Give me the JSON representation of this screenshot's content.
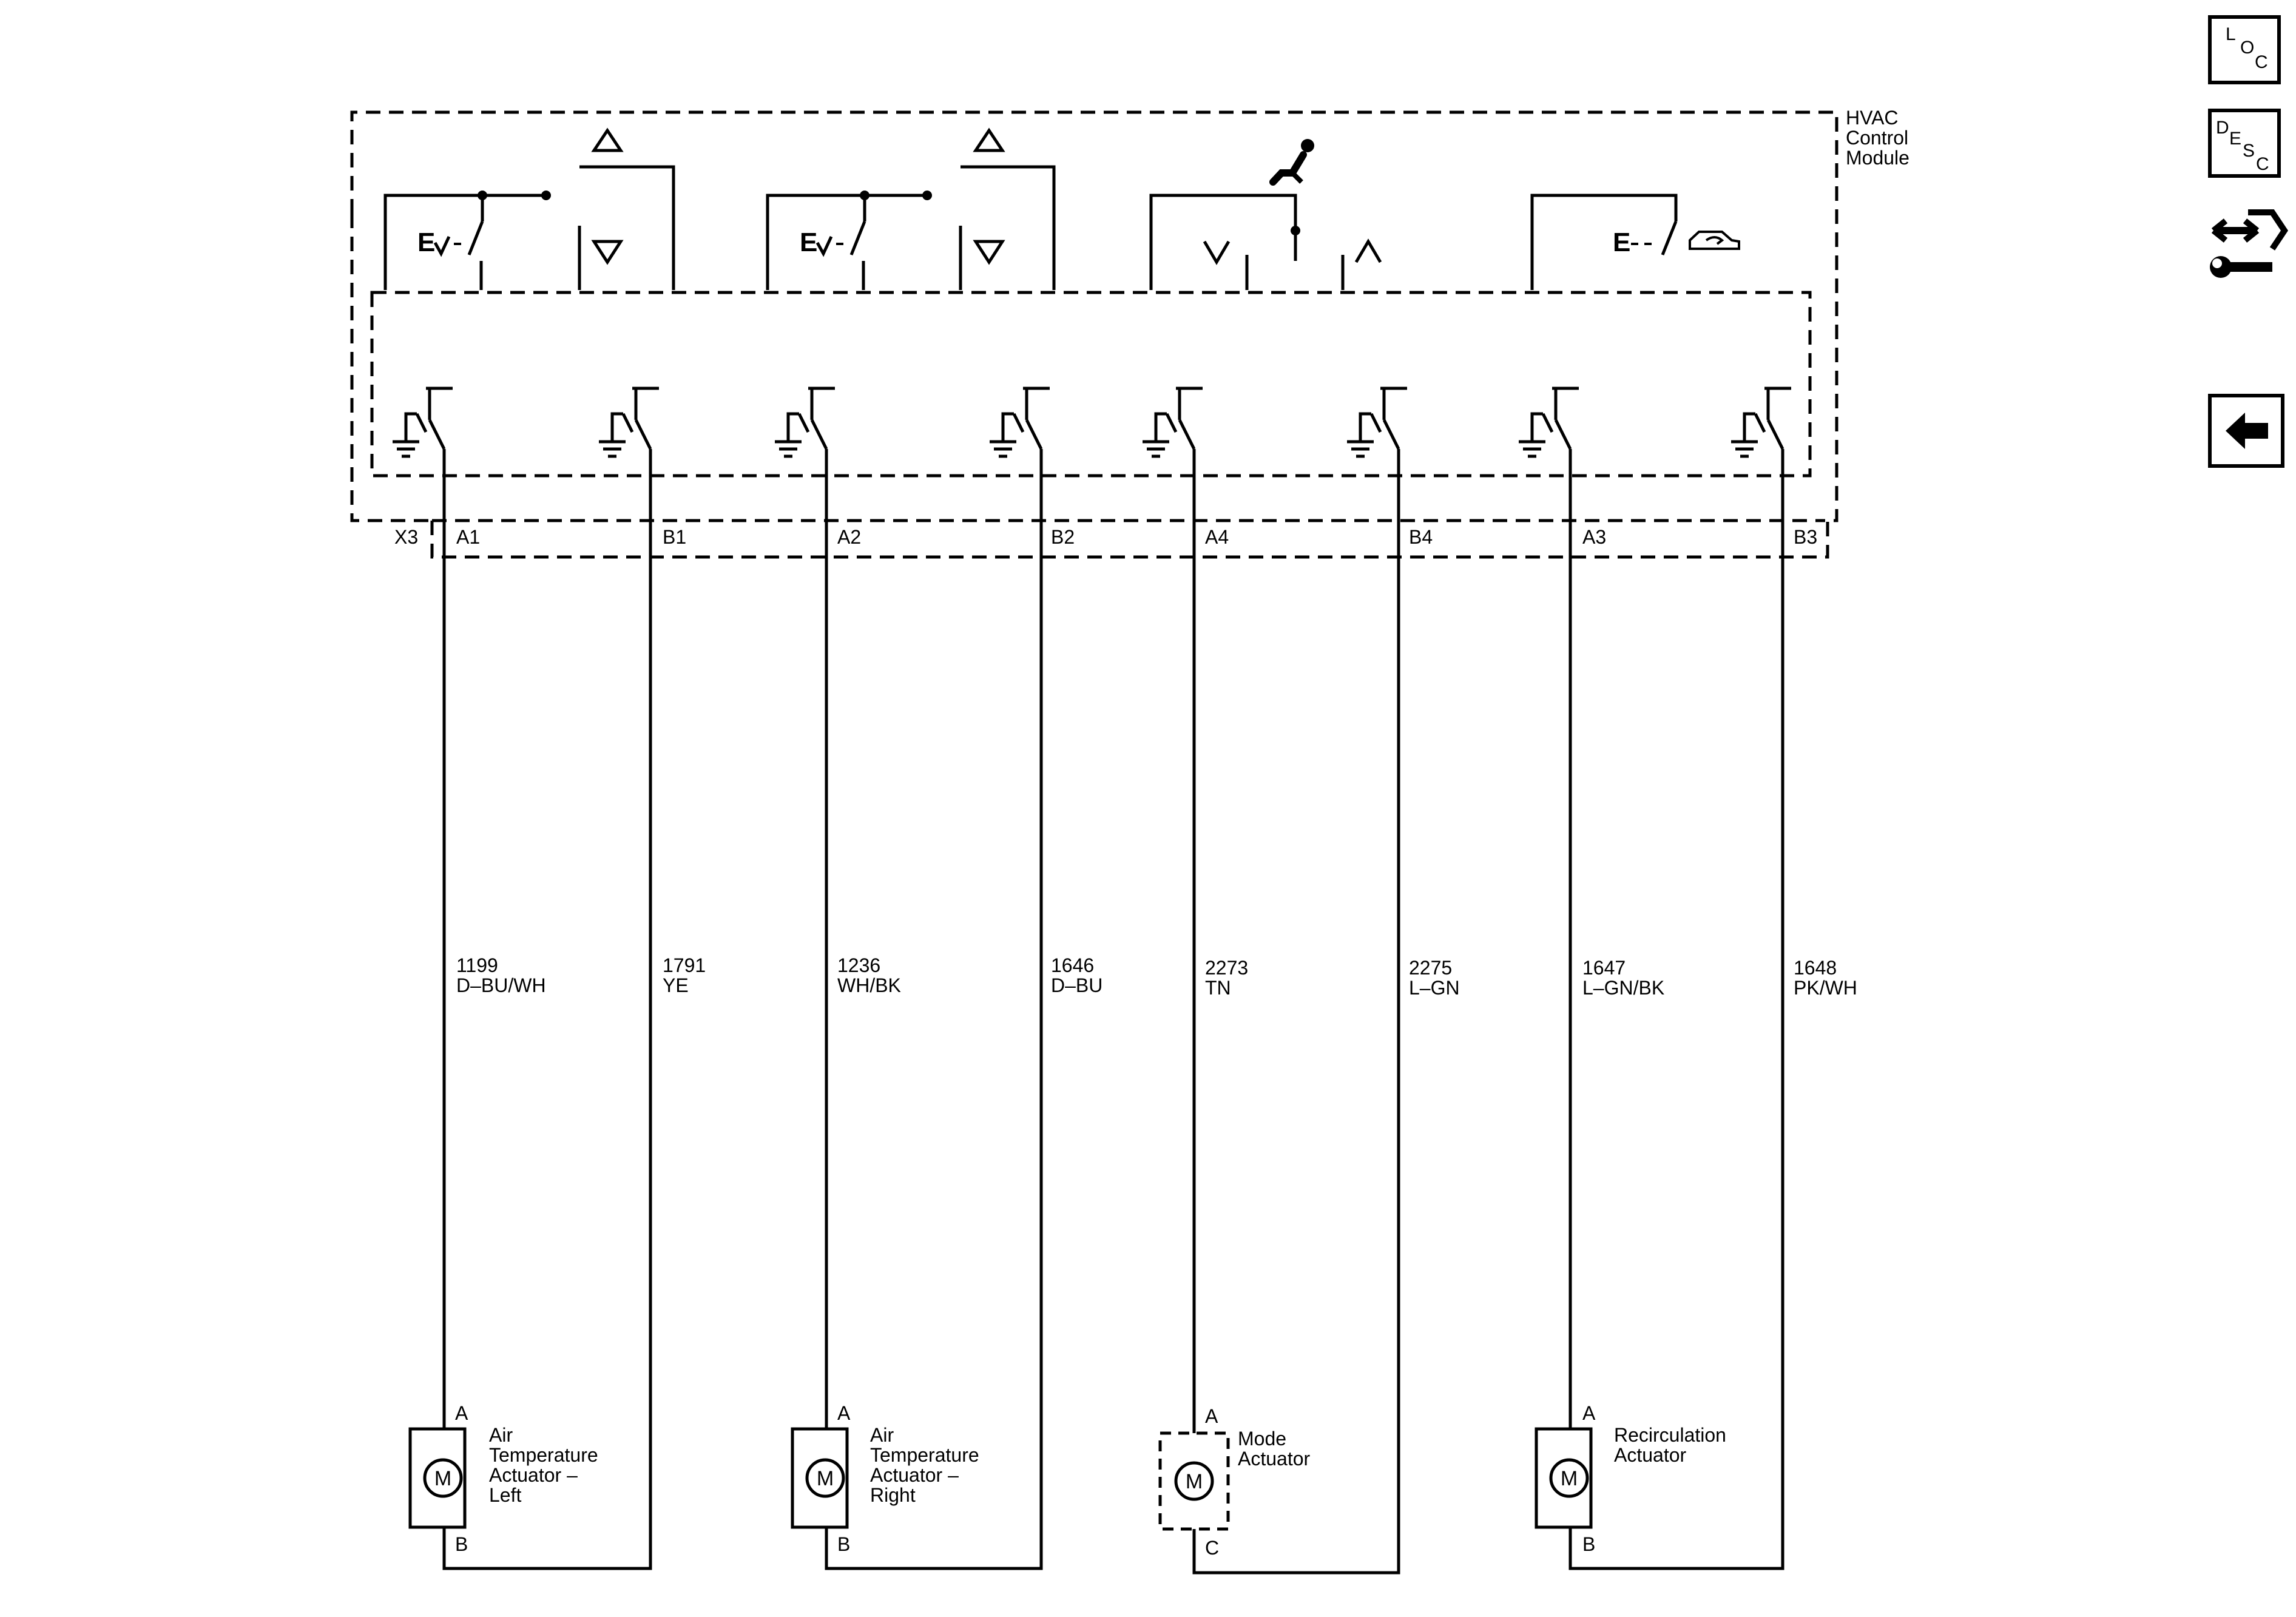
{
  "module": {
    "name_lines": [
      "HVAC",
      "Control",
      "Module"
    ],
    "connector": "X3",
    "pins": [
      "A1",
      "B1",
      "A2",
      "B2",
      "A4",
      "B4",
      "A3",
      "B3"
    ]
  },
  "wires": [
    {
      "circuit": "1199",
      "color": "D–BU/WH"
    },
    {
      "circuit": "1791",
      "color": "YE"
    },
    {
      "circuit": "1236",
      "color": "WH/BK"
    },
    {
      "circuit": "1646",
      "color": "D–BU"
    },
    {
      "circuit": "2273",
      "color": "TN"
    },
    {
      "circuit": "2275",
      "color": "L–GN"
    },
    {
      "circuit": "1647",
      "color": "L–GN/BK"
    },
    {
      "circuit": "1648",
      "color": "PK/WH"
    }
  ],
  "actuators": [
    {
      "label_lines": [
        "Air",
        "Temperature",
        "Actuator –",
        "Left"
      ],
      "top_pin": "A",
      "bottom_pin": "B",
      "motor": "M"
    },
    {
      "label_lines": [
        "Air",
        "Temperature",
        "Actuator –",
        "Right"
      ],
      "top_pin": "A",
      "bottom_pin": "B",
      "motor": "M"
    },
    {
      "label_lines": [
        "Mode",
        "Actuator"
      ],
      "top_pin": "A",
      "bottom_pin": "C",
      "motor": "M"
    },
    {
      "label_lines": [
        "Recirculation",
        "Actuator"
      ],
      "top_pin": "A",
      "bottom_pin": "B",
      "motor": "M"
    }
  ],
  "switch_symbols": {
    "temp_switch_letter": "E",
    "recirc_switch_letter": "E"
  },
  "nav": {
    "loc": [
      "L",
      "O",
      "C"
    ],
    "desc": [
      "D",
      "E",
      "S",
      "C"
    ],
    "icons": [
      "connector-repair-icon",
      "back-arrow-icon"
    ]
  }
}
